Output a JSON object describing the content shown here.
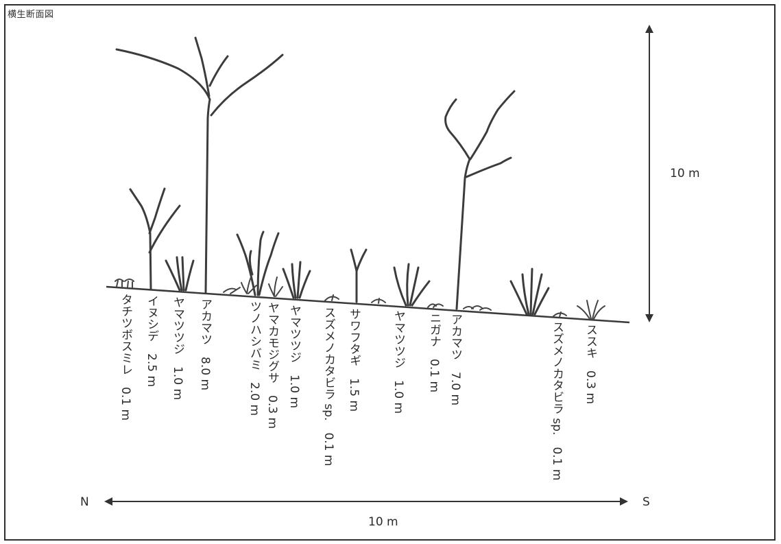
{
  "title": "横生断面図",
  "scale": {
    "vertical": "10 m",
    "horizontal": "10 m",
    "north": "N",
    "south": "S"
  },
  "species": [
    {
      "label": "タチツボスミレ　0.1 m"
    },
    {
      "label": "イヌシデ　2.5 m"
    },
    {
      "label": "ヤマツツジ　1.0 m"
    },
    {
      "label": "アカマツ　8.0 m"
    },
    {
      "label": "ツノハシバミ　2.0 m"
    },
    {
      "label": "ヤマカモジグサ　0.3 m"
    },
    {
      "label": "ヤマツツジ　1.0 m"
    },
    {
      "label": "スズメノカタビラ sp.　0.1 m"
    },
    {
      "label": "サワフタギ　1.5 m"
    },
    {
      "label": "ヤマツツジ　1.0 m"
    },
    {
      "label": "ニガナ　0.1 m"
    },
    {
      "label": "アカマツ　7.0 m"
    },
    {
      "label": "スズメノカタビラ sp.　0.1 m"
    },
    {
      "label": "ススキ　0.3 m"
    }
  ]
}
